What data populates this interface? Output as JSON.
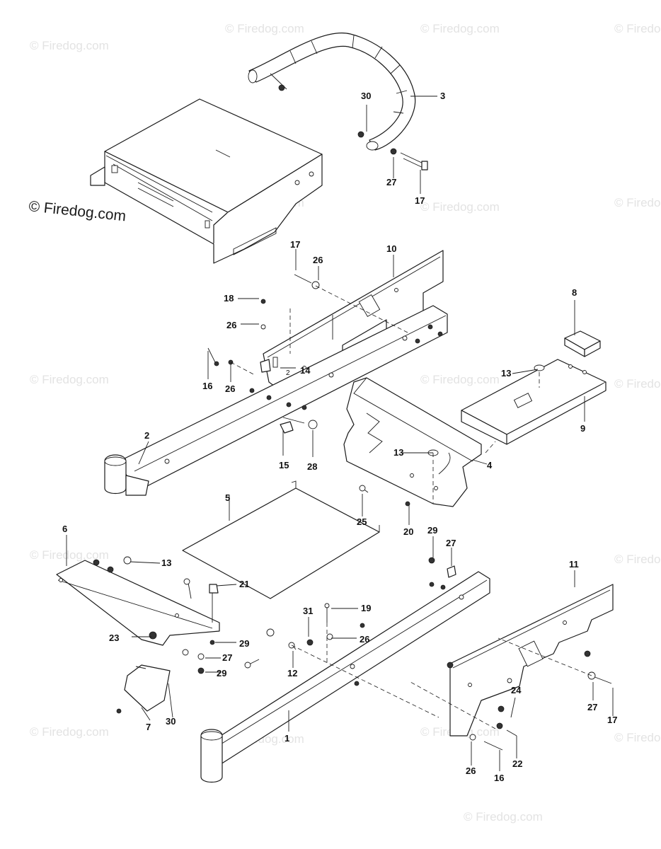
{
  "watermark": {
    "text": "© Firedog.com",
    "featured_text": "© Firedog.com"
  },
  "callouts": {
    "c1": "1",
    "c2": "2",
    "c3": "3",
    "c4": "4",
    "c5": "5",
    "c6": "6",
    "c7": "7",
    "c8": "8",
    "c9": "9",
    "c10": "10",
    "c11": "11",
    "c12": "12",
    "c13a": "13",
    "c13b": "13",
    "c13c": "13",
    "c14": "14",
    "c15": "15",
    "c16a": "16",
    "c16b": "16",
    "c17a": "17",
    "c17b": "17",
    "c17c": "17",
    "c18": "18",
    "c19": "19",
    "c20": "20",
    "c21": "21",
    "c22": "22",
    "c23": "23",
    "c24": "24",
    "c25": "25",
    "c26a": "26",
    "c26b": "26",
    "c26c": "26",
    "c26d": "26",
    "c26e": "26",
    "c27a": "27",
    "c27b": "27",
    "c27c": "27",
    "c27d": "27",
    "c28": "28",
    "c29a": "29",
    "c29b": "29",
    "c29c": "29",
    "c30a": "30",
    "c30b": "30",
    "c31": "31",
    "plate_mark": "2"
  }
}
